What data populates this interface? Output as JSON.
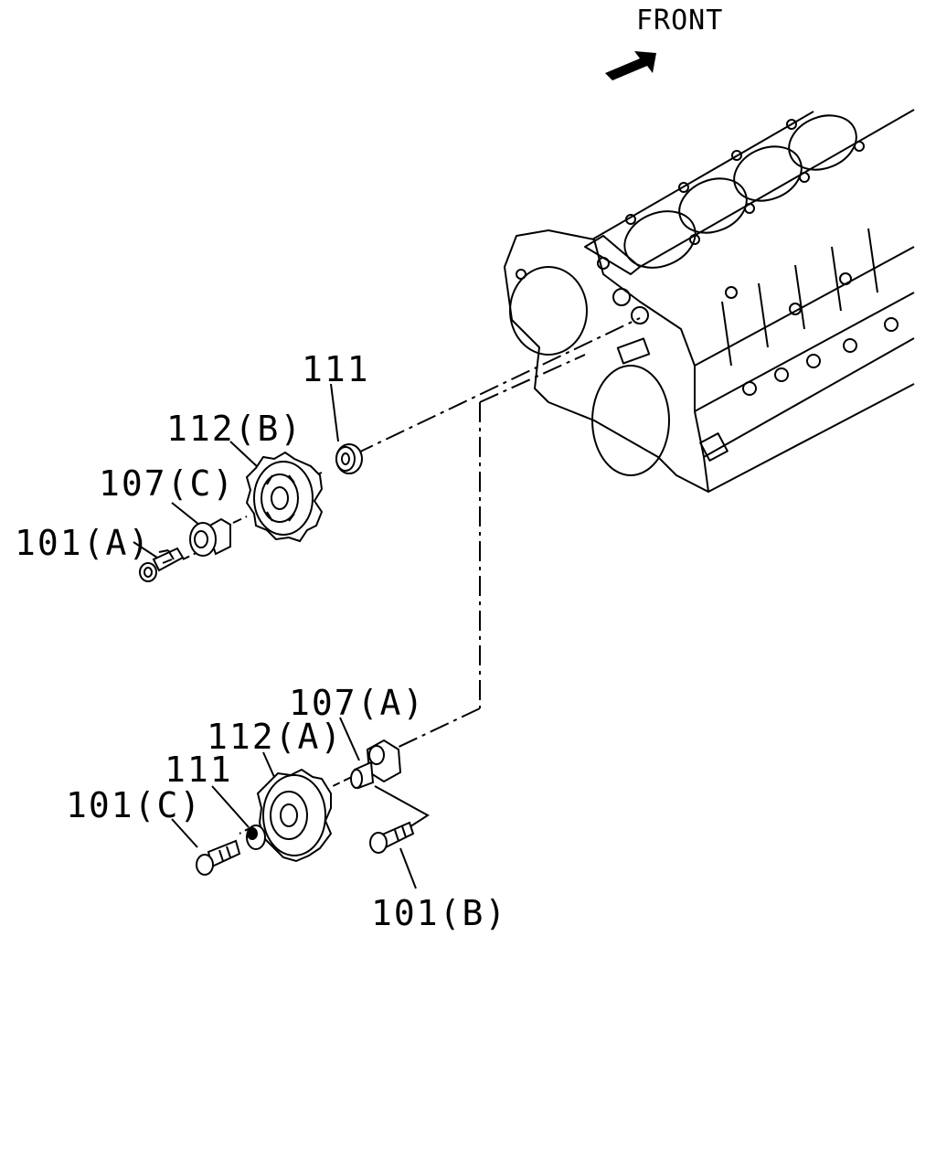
{
  "orientation": {
    "label": "FRONT"
  },
  "callouts": [
    {
      "id": "111-upper",
      "text": "111"
    },
    {
      "id": "112b",
      "text": "112(B)"
    },
    {
      "id": "107c",
      "text": "107(C)"
    },
    {
      "id": "101a",
      "text": "101(A)"
    },
    {
      "id": "107a",
      "text": "107(A)"
    },
    {
      "id": "112a",
      "text": "112(A)"
    },
    {
      "id": "111-lower",
      "text": "111"
    },
    {
      "id": "101c",
      "text": "101(C)"
    },
    {
      "id": "101b",
      "text": "101(B)"
    }
  ]
}
